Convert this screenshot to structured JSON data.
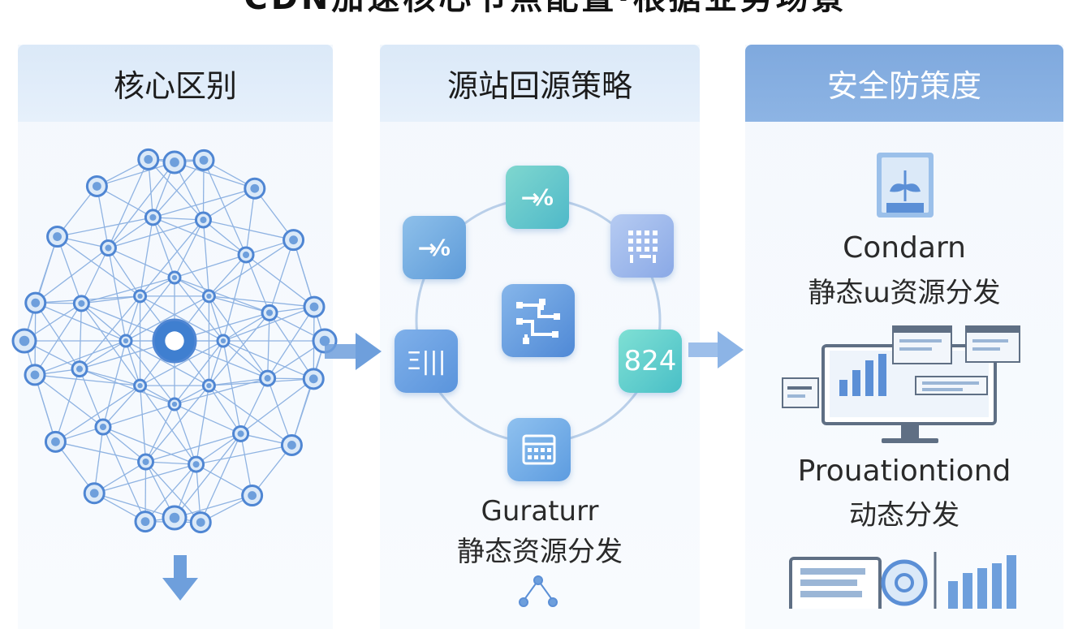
{
  "title": "CDN加速核心节点配置·根据业务场景",
  "columns": [
    {
      "header": "核心区别"
    },
    {
      "header": "源站回源策略"
    },
    {
      "header": "安全防策度"
    }
  ],
  "middle": {
    "tiles": [
      {
        "icon": "arrow-percent-icon",
        "text": "→⁄₀"
      },
      {
        "icon": "grid-icon",
        "text": ""
      },
      {
        "icon": "arrow-percent-icon",
        "text": "→⁄₀"
      },
      {
        "icon": "circuit-icon",
        "text": ""
      },
      {
        "icon": "number-icon",
        "text": "824"
      },
      {
        "icon": "bars-icon",
        "text": "Ξ|||"
      },
      {
        "icon": "calendar-icon",
        "text": ""
      }
    ],
    "caption_en": "Guraturr",
    "caption_cn": "静态资源分发"
  },
  "right": {
    "caption1_en": "Condarn",
    "caption1_cn": "静态ɯ资源分发",
    "caption2_en": "Prouationtiond",
    "caption2_cn": "动态分发"
  },
  "colors": {
    "accent": "#5b8fd6",
    "node": "#4f86d3",
    "header_light": "#dbe9f8",
    "header_dark": "#7fa9de"
  }
}
